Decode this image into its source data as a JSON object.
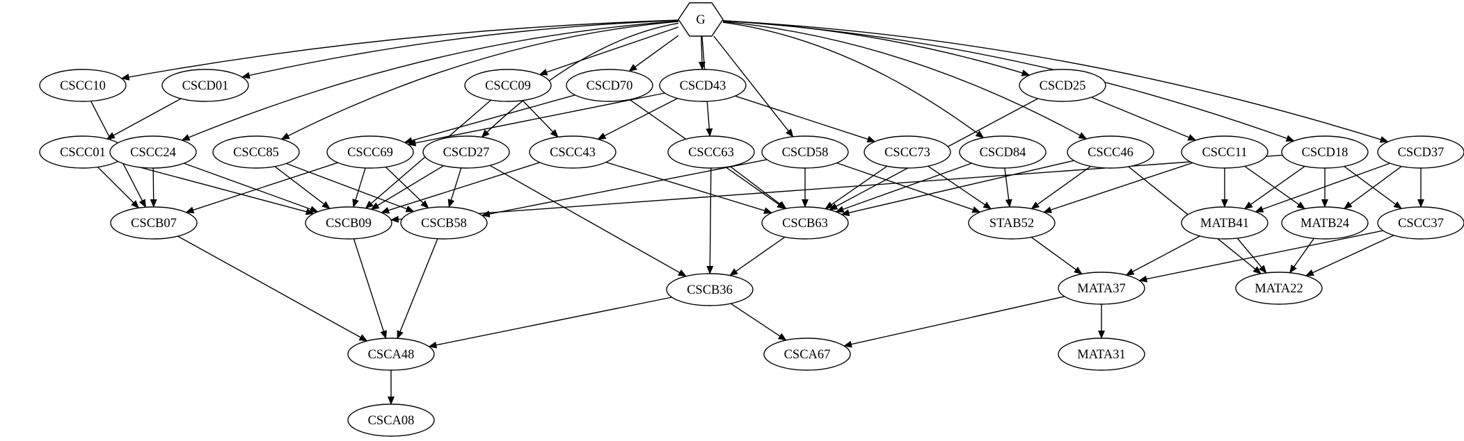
{
  "graph": {
    "root": "G",
    "nodes": [
      {
        "id": "G",
        "label": "G",
        "shape": "hexagon"
      },
      {
        "id": "CSCC10",
        "label": "CSCC10"
      },
      {
        "id": "CSCD01",
        "label": "CSCD01"
      },
      {
        "id": "CSCC09",
        "label": "CSCC09"
      },
      {
        "id": "CSCD70",
        "label": "CSCD70"
      },
      {
        "id": "CSCD43",
        "label": "CSCD43"
      },
      {
        "id": "CSCD25",
        "label": "CSCD25"
      },
      {
        "id": "CSCC01",
        "label": "CSCC01"
      },
      {
        "id": "CSCC24",
        "label": "CSCC24"
      },
      {
        "id": "CSCC85",
        "label": "CSCC85"
      },
      {
        "id": "CSCC69",
        "label": "CSCC69"
      },
      {
        "id": "CSCD27",
        "label": "CSCD27"
      },
      {
        "id": "CSCC43",
        "label": "CSCC43"
      },
      {
        "id": "CSCC63",
        "label": "CSCC63"
      },
      {
        "id": "CSCD58",
        "label": "CSCD58"
      },
      {
        "id": "CSCC73",
        "label": "CSCC73"
      },
      {
        "id": "CSCD84",
        "label": "CSCD84"
      },
      {
        "id": "CSCC46",
        "label": "CSCC46"
      },
      {
        "id": "CSCC11",
        "label": "CSCC11"
      },
      {
        "id": "CSCD18",
        "label": "CSCD18"
      },
      {
        "id": "CSCD37",
        "label": "CSCD37"
      },
      {
        "id": "CSCB07",
        "label": "CSCB07"
      },
      {
        "id": "CSCB09",
        "label": "CSCB09"
      },
      {
        "id": "CSCB58",
        "label": "CSCB58"
      },
      {
        "id": "CSCB63",
        "label": "CSCB63"
      },
      {
        "id": "STAB52",
        "label": "STAB52"
      },
      {
        "id": "MATB41",
        "label": "MATB41"
      },
      {
        "id": "MATB24",
        "label": "MATB24"
      },
      {
        "id": "CSCC37",
        "label": "CSCC37"
      },
      {
        "id": "CSCB36",
        "label": "CSCB36"
      },
      {
        "id": "MATA37",
        "label": "MATA37"
      },
      {
        "id": "MATA22",
        "label": "MATA22"
      },
      {
        "id": "CSCA48",
        "label": "CSCA48"
      },
      {
        "id": "CSCA67",
        "label": "CSCA67"
      },
      {
        "id": "MATA31",
        "label": "MATA31"
      },
      {
        "id": "CSCA08",
        "label": "CSCA08"
      }
    ],
    "edges": [
      [
        "G",
        "CSCC10"
      ],
      [
        "G",
        "CSCD01"
      ],
      [
        "G",
        "CSCC24"
      ],
      [
        "G",
        "CSCC85"
      ],
      [
        "G",
        "CSCD27"
      ],
      [
        "G",
        "CSCC09"
      ],
      [
        "G",
        "CSCD70"
      ],
      [
        "G",
        "CSCD43"
      ],
      [
        "G",
        "CSCC63"
      ],
      [
        "G",
        "CSCD58"
      ],
      [
        "G",
        "CSCD84"
      ],
      [
        "G",
        "CSCD25"
      ],
      [
        "G",
        "CSCC46"
      ],
      [
        "G",
        "CSCD18"
      ],
      [
        "G",
        "CSCD37"
      ],
      [
        "CSCC10",
        "CSCB07"
      ],
      [
        "CSCD01",
        "CSCC01"
      ],
      [
        "CSCC09",
        "CSCB09"
      ],
      [
        "CSCC09",
        "CSCC43"
      ],
      [
        "CSCD70",
        "CSCC69"
      ],
      [
        "CSCD70",
        "CSCB63"
      ],
      [
        "CSCD43",
        "CSCC69"
      ],
      [
        "CSCD43",
        "CSCC43"
      ],
      [
        "CSCD43",
        "CSCC73"
      ],
      [
        "CSCD25",
        "CSCB63"
      ],
      [
        "CSCD25",
        "CSCC11"
      ],
      [
        "CSCC01",
        "CSCB07"
      ],
      [
        "CSCC01",
        "CSCB09"
      ],
      [
        "CSCC24",
        "CSCB07"
      ],
      [
        "CSCC24",
        "CSCB09"
      ],
      [
        "CSCC85",
        "CSCB09"
      ],
      [
        "CSCC85",
        "CSCB58"
      ],
      [
        "CSCC69",
        "CSCB07"
      ],
      [
        "CSCC69",
        "CSCB09"
      ],
      [
        "CSCC69",
        "CSCB58"
      ],
      [
        "CSCD27",
        "CSCB09"
      ],
      [
        "CSCD27",
        "CSCB58"
      ],
      [
        "CSCD27",
        "CSCB36"
      ],
      [
        "CSCC43",
        "CSCB09"
      ],
      [
        "CSCC43",
        "CSCB63"
      ],
      [
        "CSCC63",
        "CSCB63"
      ],
      [
        "CSCC63",
        "CSCB36"
      ],
      [
        "CSCD58",
        "CSCB58"
      ],
      [
        "CSCD58",
        "CSCB63"
      ],
      [
        "CSCD58",
        "STAB52"
      ],
      [
        "CSCC73",
        "CSCB63"
      ],
      [
        "CSCC73",
        "STAB52"
      ],
      [
        "CSCD84",
        "CSCB63"
      ],
      [
        "CSCD84",
        "STAB52"
      ],
      [
        "CSCC46",
        "CSCB63"
      ],
      [
        "CSCC46",
        "STAB52"
      ],
      [
        "CSCC46",
        "MATA22"
      ],
      [
        "CSCC11",
        "STAB52"
      ],
      [
        "CSCC11",
        "MATB41"
      ],
      [
        "CSCC11",
        "MATB24"
      ],
      [
        "CSCD18",
        "CSCB09"
      ],
      [
        "CSCD18",
        "MATB41"
      ],
      [
        "CSCD18",
        "MATB24"
      ],
      [
        "CSCD18",
        "CSCC37"
      ],
      [
        "CSCD37",
        "MATB41"
      ],
      [
        "CSCD37",
        "MATB24"
      ],
      [
        "CSCD37",
        "CSCC37"
      ],
      [
        "CSCB07",
        "CSCA48"
      ],
      [
        "CSCB09",
        "CSCA48"
      ],
      [
        "CSCB58",
        "CSCA48"
      ],
      [
        "CSCB63",
        "CSCB36"
      ],
      [
        "STAB52",
        "MATA37"
      ],
      [
        "MATB41",
        "MATA37"
      ],
      [
        "MATB41",
        "MATA22"
      ],
      [
        "MATB24",
        "MATA22"
      ],
      [
        "CSCC37",
        "MATA37"
      ],
      [
        "CSCC37",
        "MATA22"
      ],
      [
        "CSCB36",
        "CSCA48"
      ],
      [
        "CSCB36",
        "CSCA67"
      ],
      [
        "MATA37",
        "CSCA67"
      ],
      [
        "MATA37",
        "MATA31"
      ],
      [
        "CSCA48",
        "CSCA08"
      ]
    ]
  }
}
